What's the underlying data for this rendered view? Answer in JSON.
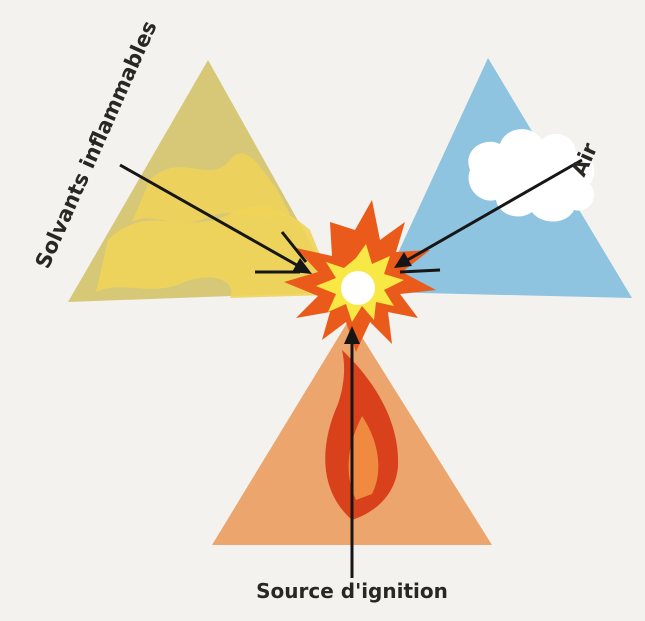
{
  "labels": {
    "solvents": "Solvants inflammables",
    "air": "Air",
    "ignition": "Source d'ignition"
  },
  "colors": {
    "background": "#f4f2ee",
    "solvent_triangle": "#d7c878",
    "solvent_liquid": "#f0d458",
    "air_triangle": "#8ec4df",
    "cloud": "#ffffff",
    "ignition_triangle": "#eca56c",
    "flame": "#d9401c",
    "explosion_outer": "#ea5a1a",
    "explosion_inner": "#f7e845",
    "arrow": "#161616"
  },
  "icons": [
    "liquid-wave-icon",
    "cloud-icon",
    "flame-icon",
    "explosion-icon"
  ]
}
